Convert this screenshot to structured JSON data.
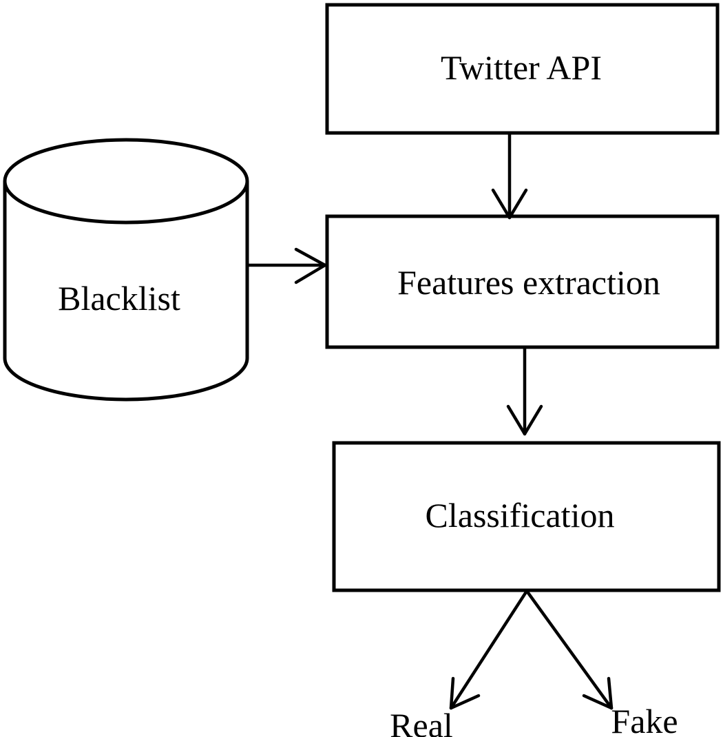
{
  "nodes": {
    "twitter_api": "Twitter API",
    "blacklist": "Blacklist",
    "features_extraction": "Features extraction",
    "classification": "Classification"
  },
  "outputs": {
    "real": "Real",
    "fake": "Fake"
  },
  "colors": {
    "stroke": "#000000",
    "background": "#ffffff"
  }
}
